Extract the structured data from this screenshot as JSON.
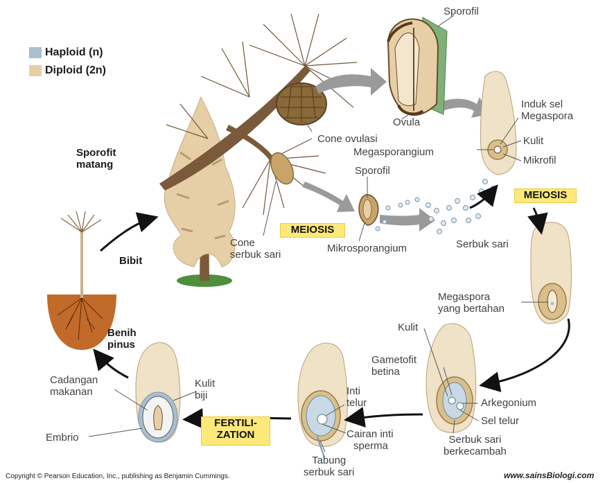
{
  "legend": {
    "haploid": {
      "label": "Haploid (n)",
      "color": "#a9bfd0"
    },
    "diploid": {
      "label": "Diploid (2n)",
      "color": "#e6cfa6"
    }
  },
  "labels": {
    "sporofit_matang": [
      "Sporofit",
      "matang"
    ],
    "sporofil_top": "Sporofil",
    "ovula": "Ovula",
    "cone_ovulasi": "Cone ovulasi",
    "megasporangium": "Megasporangium",
    "induk_sel_megaspora": [
      "Induk sel",
      "Megaspora"
    ],
    "kulit_top": "Kulit",
    "mikrofil": "Mikrofil",
    "sporofil_mid": "Sporofil",
    "meiosis_left": "MEIOSIS",
    "meiosis_right": "MEIOSIS",
    "cone_serbuk_sari": [
      "Cone",
      "serbuk sari"
    ],
    "mikrosporangium": "Mikrosporangium",
    "serbuk_sari": "Serbuk sari",
    "bibit": "Bibit",
    "megaspora_bertahan": [
      "Megaspora",
      "yang bertahan"
    ],
    "kulit_mid": "Kulit",
    "gametofit_betina": [
      "Gametofit",
      "betina"
    ],
    "arkegonium": "Arkegonium",
    "sel_telur": "Sel telur",
    "serbuk_sari_berkecambah": [
      "Serbuk sari",
      "berkecambah"
    ],
    "benih_pinus": [
      "Benih",
      "pinus"
    ],
    "cadangan_makanan": [
      "Cadangan",
      "makanan"
    ],
    "kulit_biji": [
      "Kulit",
      "biji"
    ],
    "embrio": "Embrio",
    "fertilization": [
      "FERTILI-",
      "ZATION"
    ],
    "inti_telur": [
      "Inti",
      "telur"
    ],
    "cairan_inti_sperma": [
      "Cairan inti",
      "sperma"
    ],
    "tabung_serbuk_sari": [
      "Tabung",
      "serbuk sari"
    ]
  },
  "footer": {
    "copyright": "Copyright © Pearson Education, Inc., publishing as Benjamin Cummings.",
    "website": "www.sainsBiologi.com"
  }
}
